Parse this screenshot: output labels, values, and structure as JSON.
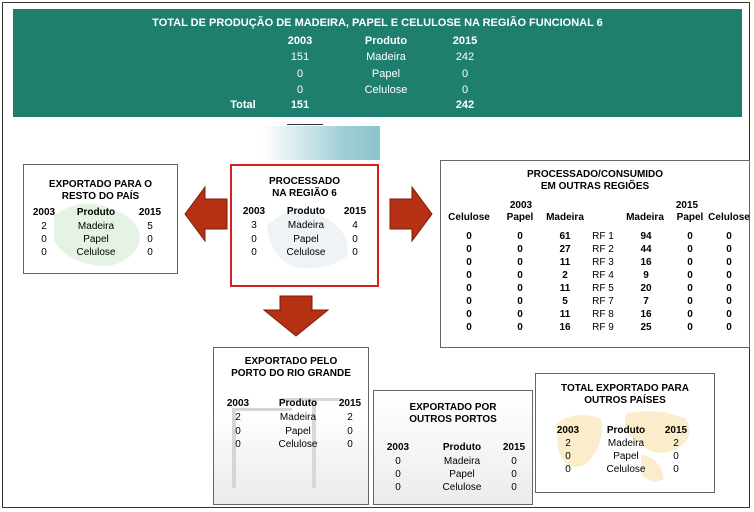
{
  "banner": {
    "title": "TOTAL DE PRODUÇÃO DE MADEIRA, PAPEL E CELULOSE NA REGIÃO FUNCIONAL 6",
    "col_2003": "2003",
    "col_produto": "Produto",
    "col_2015": "2015",
    "rows": [
      {
        "y2003": "151",
        "produto": "Madeira",
        "y2015": "242"
      },
      {
        "y2003": "0",
        "produto": "Papel",
        "y2015": "0"
      },
      {
        "y2003": "0",
        "produto": "Celulose",
        "y2015": "0"
      }
    ],
    "total_label": "Total",
    "total_2003": "151",
    "total_2015": "242"
  },
  "resto_pais": {
    "title_line1": "EXPORTADO PARA O",
    "title_line2": "RESTO DO PAÍS",
    "col_2003": "2003",
    "col_produto": "Produto",
    "col_2015": "2015",
    "rows": [
      {
        "y2003": "2",
        "produto": "Madeira",
        "y2015": "5"
      },
      {
        "y2003": "0",
        "produto": "Papel",
        "y2015": "0"
      },
      {
        "y2003": "0",
        "produto": "Celulose",
        "y2015": "0"
      }
    ]
  },
  "regiao6": {
    "title_line1": "PROCESSADO",
    "title_line2": "NA REGIÃO 6",
    "col_2003": "2003",
    "col_produto": "Produto",
    "col_2015": "2015",
    "rows": [
      {
        "y2003": "3",
        "produto": "Madeira",
        "y2015": "4"
      },
      {
        "y2003": "0",
        "produto": "Papel",
        "y2015": "0"
      },
      {
        "y2003": "0",
        "produto": "Celulose",
        "y2015": "0"
      }
    ]
  },
  "outras_regioes": {
    "title_line1": "PROCESSADO/CONSUMIDO",
    "title_line2": "EM OUTRAS REGIÕES",
    "year_2003": "2003",
    "year_2015": "2015",
    "headers": [
      "Celulose",
      "Papel",
      "Madeira",
      "Madeira",
      "Papel",
      "Celulose"
    ],
    "rows": [
      {
        "cel03": "0",
        "pap03": "0",
        "mad03": "61",
        "rf": "RF 1",
        "mad15": "94",
        "pap15": "0",
        "cel15": "0"
      },
      {
        "cel03": "0",
        "pap03": "0",
        "mad03": "27",
        "rf": "RF 2",
        "mad15": "44",
        "pap15": "0",
        "cel15": "0"
      },
      {
        "cel03": "0",
        "pap03": "0",
        "mad03": "11",
        "rf": "RF 3",
        "mad15": "16",
        "pap15": "0",
        "cel15": "0"
      },
      {
        "cel03": "0",
        "pap03": "0",
        "mad03": "2",
        "rf": "RF 4",
        "mad15": "9",
        "pap15": "0",
        "cel15": "0"
      },
      {
        "cel03": "0",
        "pap03": "0",
        "mad03": "11",
        "rf": "RF 5",
        "mad15": "20",
        "pap15": "0",
        "cel15": "0"
      },
      {
        "cel03": "0",
        "pap03": "0",
        "mad03": "5",
        "rf": "RF 7",
        "mad15": "7",
        "pap15": "0",
        "cel15": "0"
      },
      {
        "cel03": "0",
        "pap03": "0",
        "mad03": "11",
        "rf": "RF 8",
        "mad15": "16",
        "pap15": "0",
        "cel15": "0"
      },
      {
        "cel03": "0",
        "pap03": "0",
        "mad03": "16",
        "rf": "RF 9",
        "mad15": "25",
        "pap15": "0",
        "cel15": "0"
      }
    ]
  },
  "rio_grande": {
    "title_line1": "EXPORTADO PELO",
    "title_line2": "PORTO DO RIO GRANDE",
    "col_2003": "2003",
    "col_produto": "Produto",
    "col_2015": "2015",
    "rows": [
      {
        "y2003": "2",
        "produto": "Madeira",
        "y2015": "2"
      },
      {
        "y2003": "0",
        "produto": "Papel",
        "y2015": "0"
      },
      {
        "y2003": "0",
        "produto": "Celulose",
        "y2015": "0"
      }
    ]
  },
  "outros_portos": {
    "title_line1": "EXPORTADO POR",
    "title_line2": "OUTROS PORTOS",
    "col_2003": "2003",
    "col_produto": "Produto",
    "col_2015": "2015",
    "rows": [
      {
        "y2003": "0",
        "produto": "Madeira",
        "y2015": "0"
      },
      {
        "y2003": "0",
        "produto": "Papel",
        "y2015": "0"
      },
      {
        "y2003": "0",
        "produto": "Celulose",
        "y2015": "0"
      }
    ]
  },
  "outros_paises": {
    "title_line1": "TOTAL EXPORTADO PARA",
    "title_line2": "OUTROS PAÍSES",
    "col_2003": "2003",
    "col_produto": "Produto",
    "col_2015": "2015",
    "rows": [
      {
        "y2003": "2",
        "produto": "Madeira",
        "y2015": "2"
      },
      {
        "y2003": "0",
        "produto": "Papel",
        "y2015": "0"
      },
      {
        "y2003": "0",
        "produto": "Celulose",
        "y2015": "0"
      }
    ]
  },
  "colors": {
    "banner": "#1e7f6e",
    "arrow": "#b63014",
    "highlight_border": "#d42020"
  }
}
